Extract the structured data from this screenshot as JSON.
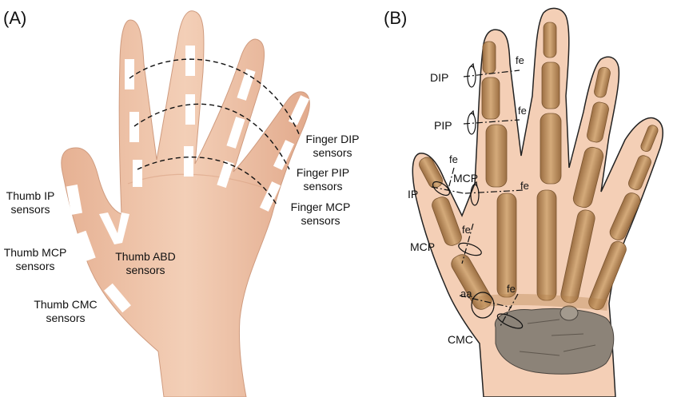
{
  "panel_a": {
    "label": "(A)",
    "labels": {
      "finger_dip": [
        "Finger DIP",
        "sensors"
      ],
      "finger_pip": [
        "Finger PIP",
        "sensors"
      ],
      "finger_mcp": [
        "Finger MCP",
        "sensors"
      ],
      "thumb_ip": [
        "Thumb IP",
        "sensors"
      ],
      "thumb_mcp": [
        "Thumb MCP",
        "sensors"
      ],
      "thumb_abd": [
        "Thumb ABD",
        "sensors"
      ],
      "thumb_cmc": [
        "Thumb CMC",
        "sensors"
      ]
    }
  },
  "panel_b": {
    "label": "(B)",
    "joint_labels": {
      "dip": "DIP",
      "pip": "PIP",
      "mcp_finger": "MCP",
      "ip": "IP",
      "mcp_thumb": "MCP",
      "cmc": "CMC"
    },
    "axis_labels": {
      "fe": "fe",
      "aa": "aa"
    }
  },
  "colors": {
    "skin": "#f0c4a8",
    "skin_shadow": "#d9a487",
    "sensor": "#ffffff",
    "bone": "#b8895a",
    "bone_light": "#d6ad7e",
    "carpal": "#8f8579",
    "silhouette": "#f3cdb3"
  }
}
